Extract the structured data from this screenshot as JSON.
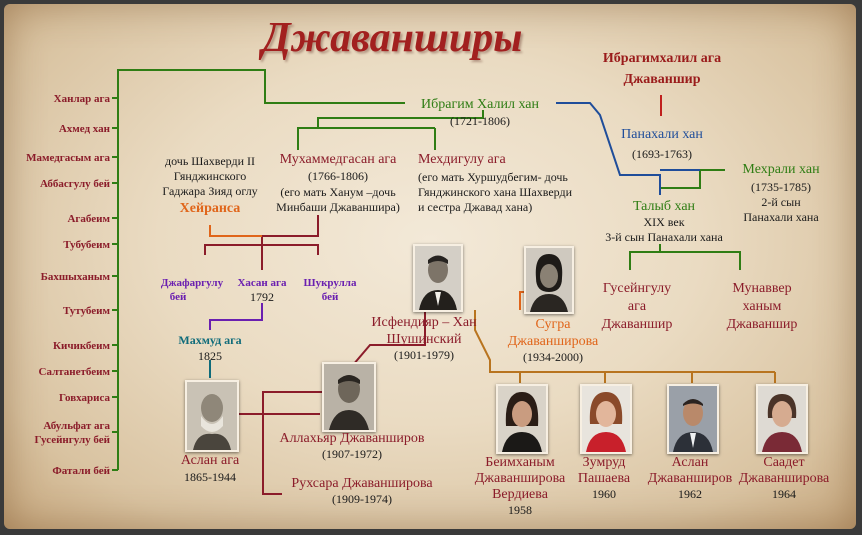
{
  "title": "Джаванширы",
  "top_right": {
    "ibragimkhalil_line1": "Ибрагимхалил ага",
    "ibragimkhalil_line2": "Джаваншир",
    "panakhali_name": "Панахали хан",
    "panakhali_years": "(1693-1763)",
    "mekhrali_name": "Мехрали хан",
    "mekhrali_years": "(1735-1785)",
    "mekhrali_note1": "2-й сын",
    "mekhrali_note2": "Панахали хана",
    "talyb_name": "Талыб хан",
    "talyb_century": "XIX век",
    "talyb_note": "3-й сын Панахали хана",
    "guseyngulu_line1": "Гусейнгулу",
    "guseyngulu_line2": "ага",
    "guseyngulu_line3": "Джаваншир",
    "munavver_line1": "Мунаввер",
    "munavver_line2": "ханым",
    "munavver_line3": "Джаваншир"
  },
  "ibragim": {
    "name": "Ибрагим Халил хан",
    "years": "(1721-1806)"
  },
  "mukhammedgasan": {
    "name": "Мухаммедгасан ага",
    "years": "(1766-1806)",
    "note1": "(его мать Ханум –дочь",
    "note2": "Минбаши Джаваншира)"
  },
  "mekhdigulu": {
    "name": "Мехдигулу ага",
    "note1": "(его мать Хуршудбегим- дочь",
    "note2": "Гянджинского хана Шахверди",
    "note3": "и сестра Джавад хана)"
  },
  "kheyransa": {
    "note1": "дочь  Шахверди II",
    "note2": "Гянджинского",
    "note3": "Гаджара Зияд оглу",
    "name": "Хейранса"
  },
  "sons": {
    "djafargulu_line1": "Джафаргулу",
    "djafargulu_line2": "бей",
    "khasan_name": "Хасан ага",
    "khasan_year": "1792",
    "shukrulla_line1": "Шукрулла",
    "shukrulla_line2": "бей"
  },
  "makhmud": {
    "name": "Махмуд ага",
    "year": "1825"
  },
  "aslan_aga": {
    "name": "Аслан ага",
    "years": "1865-1944"
  },
  "allakhyar": {
    "name": "Аллахьяр Джаванширов",
    "years": "(1907-1972)"
  },
  "rukhsara": {
    "name": "Рухсара Джаванширова",
    "years": "(1909-1974)"
  },
  "isfendiyar": {
    "line1": "Исфендияр – Хан",
    "line2": "Шушинский",
    "years": "(1901-1979)"
  },
  "sugra": {
    "line1": "Сугра",
    "line2": "Джаванширова",
    "years": "(1934-2000)"
  },
  "children": [
    {
      "line1": "Беимханым",
      "line2": "Джаванширова",
      "line3": "Вердиева",
      "year": "1958"
    },
    {
      "line1": "Зумруд",
      "line2": "Пашаева",
      "line3": "",
      "year": "1960"
    },
    {
      "line1": "Аслан",
      "line2": "Джаванширов",
      "line3": "",
      "year": "1962"
    },
    {
      "line1": "Саадет",
      "line2": "Джаванширова",
      "line3": "",
      "year": "1964"
    }
  ],
  "left_names": [
    "Ханлар  ага",
    "Ахмед хан",
    "Мамедгасым ага",
    "Аббасгулу бей",
    "Агабеим",
    "Тубубеим",
    "Бахшыханым",
    "Тутубеим",
    "Кичикбеим",
    "Салтанетбеим",
    "Говхариса",
    "Абульфат ага",
    "Гусейнгулу  бей",
    "Фатали бей"
  ],
  "colors": {
    "title": "#a2201f",
    "green": "#2f7d14",
    "blue": "#1f4d9a",
    "maroon": "#8b1c2a",
    "orange": "#e0651a",
    "purple": "#6a1fb0",
    "teal": "#0f6b7a",
    "brown_line": "#b8741f",
    "paper": "#eadbc2"
  }
}
